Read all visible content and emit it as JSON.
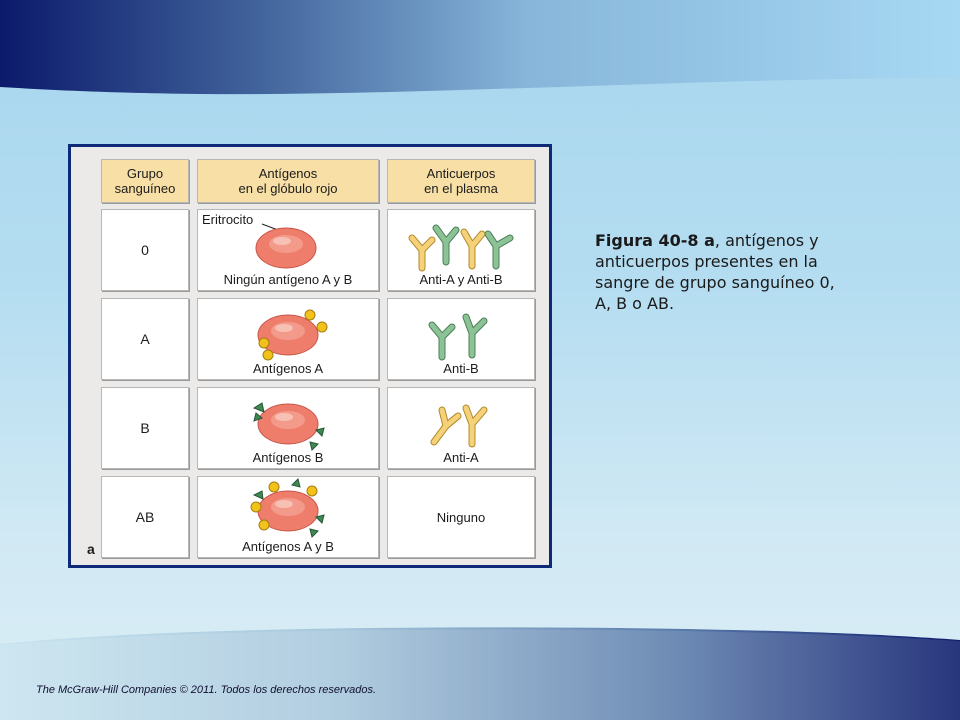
{
  "slide": {
    "caption_bold": "Figura 40-8 a",
    "caption_text": ", antígenos y anticuerpos presentes en la sangre de grupo sanguíneo 0, A, B o AB.",
    "footer": "The McGraw-Hill Companies © 2011. Todos los derechos reservados."
  },
  "figure": {
    "panel_letter": "a",
    "headers": {
      "group": [
        "Grupo",
        "sanguíneo"
      ],
      "antigens": [
        "Antígenos",
        "en el glóbulo rojo"
      ],
      "antibodies": [
        "Anticuerpos",
        "en el plasma"
      ]
    },
    "eritrocito_label": "Eritrocito",
    "rows": [
      {
        "group": "0",
        "antigen_caption": "Ningún antígeno A y B",
        "antibody_caption": "Anti-A y Anti-B"
      },
      {
        "group": "A",
        "antigen_caption": "Antígenos A",
        "antibody_caption": "Anti-B"
      },
      {
        "group": "B",
        "antigen_caption": "Antígenos B",
        "antibody_caption": "Anti-A"
      },
      {
        "group": "AB",
        "antigen_caption": "Antígenos A y B",
        "antibody_caption": "Ninguno"
      }
    ],
    "colors": {
      "header_fill": "#f7dfa6",
      "cell_red": "#ee7d6c",
      "antigen_a": "#f2c21b",
      "antigen_b": "#3f8a4e",
      "anti_a": "#f5d27a",
      "anti_b": "#8cc396",
      "panel_border": "#0d2a78"
    }
  }
}
